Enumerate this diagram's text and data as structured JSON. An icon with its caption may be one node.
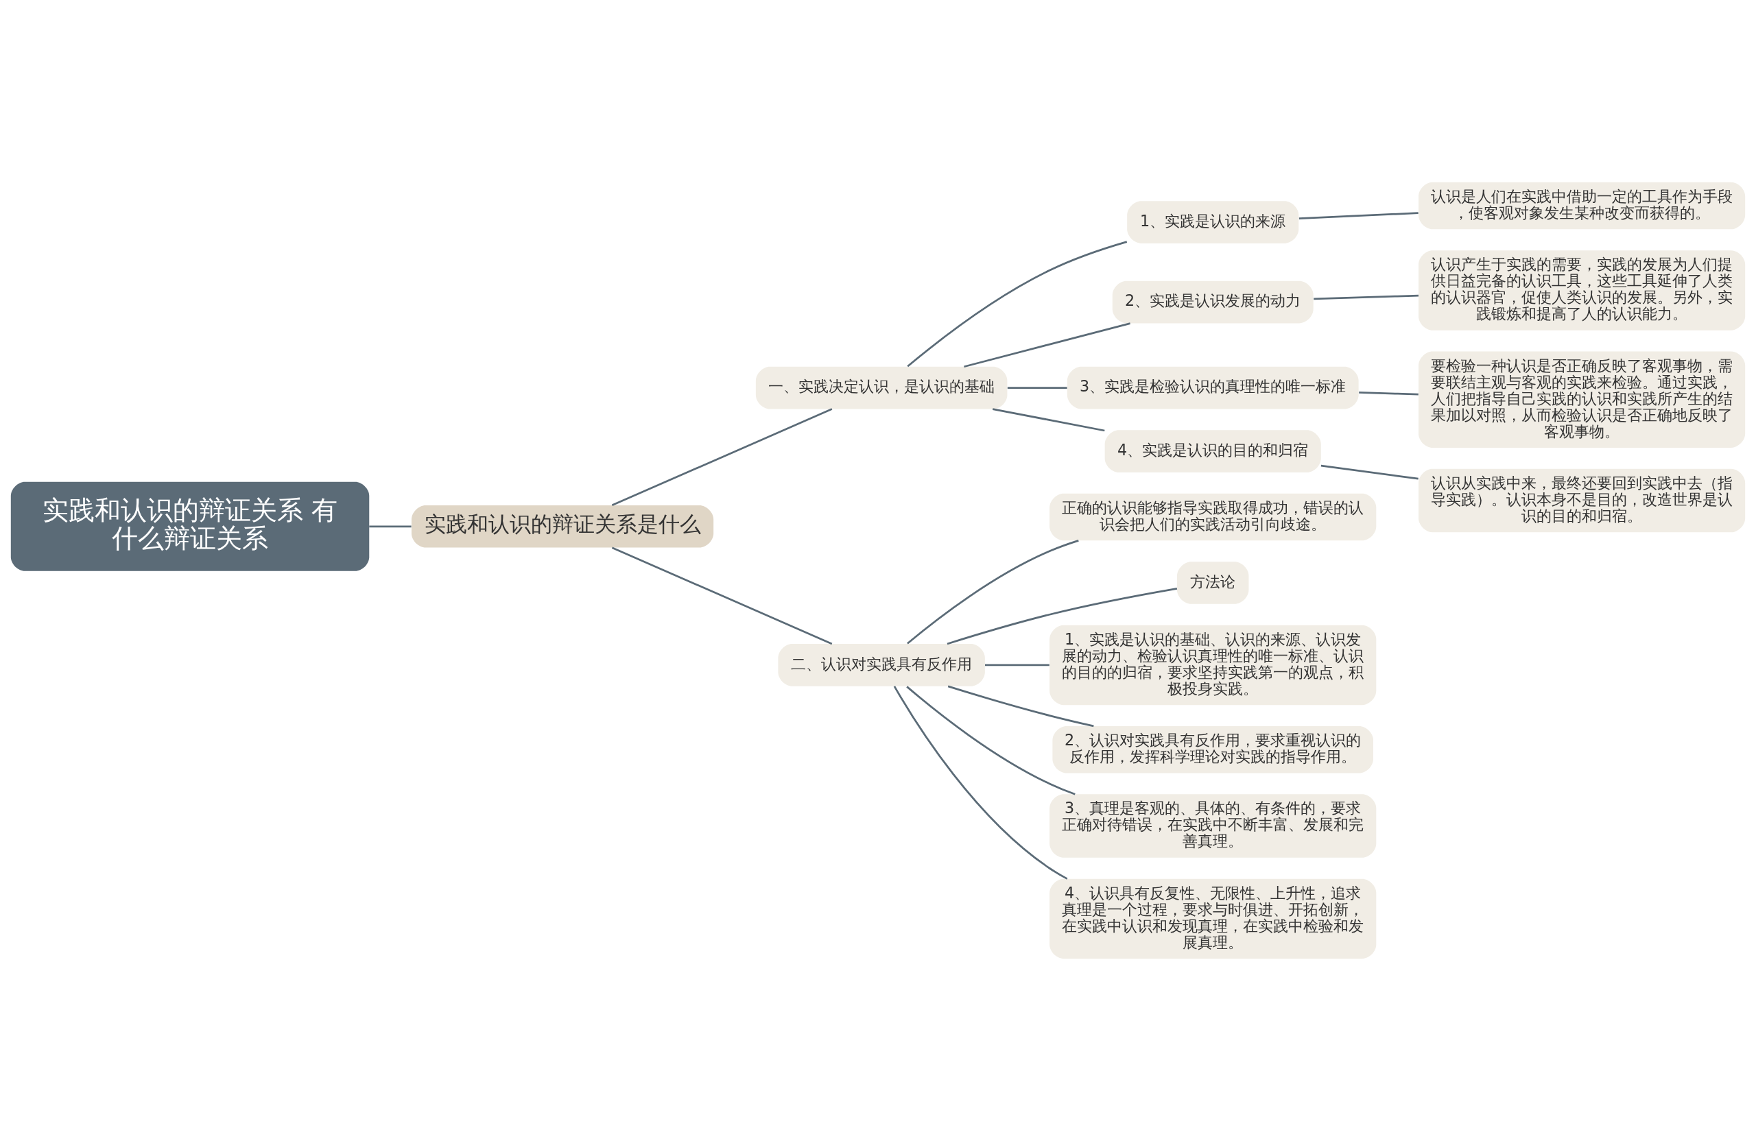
{
  "diagram": {
    "nodes": [
      {
        "text": [
          "实践和认识的辩证关系 有什么辩证关系"
        ]
      },
      {
        "text": [
          "实践和认识的辩证关系是什么"
        ]
      },
      {
        "text": [
          "一、实践决定认识，是认识的基础"
        ]
      },
      {
        "text": [
          "1、实践是认识的来源"
        ]
      },
      {
        "text": [
          "认识是人们在实践中借助一定的工具作为手段，使客观对象发生某种改变而获得的。"
        ]
      },
      {
        "text": [
          "2、实践是认识发展的动力"
        ]
      },
      {
        "text": [
          "认识产生于实践的需要，实践的发展为人们提供日益完备的认识工具，这些工具延伸了人类的认识器官，促使人类认识的发展。另外，实践锻炼和提高了人的认识能力。"
        ]
      },
      {
        "text": [
          "3、实践是检验认识的真理性的唯一标准"
        ]
      },
      {
        "text": [
          "要检验一种认识是否正确反映了客观事物，需要联结主观与客观的实践来检验。通过实践，人们把指导自己实践的认识和实践所产生的结果加以对照，从而检验认识是否正确地反映了客观事物。"
        ]
      },
      {
        "text": [
          "4、实践是认识的目的和归宿"
        ]
      },
      {
        "text": [
          "认识从实践中来，最终还要回到实践中去（指导实践）。认识本身不是目的，改造世界是认识的目的和归宿。"
        ]
      },
      {
        "text": [
          "二、认识对实践具有反作用"
        ]
      },
      {
        "text": [
          "正确的认识能够指导实践取得成功，错误的认识会把人们的实践活动引向歧途。"
        ]
      },
      {
        "text": [
          "方法论"
        ]
      },
      {
        "text": [
          "1、实践是认识的基础、认识的来源、认识发展的动力、检验认识真理性的唯一标准、认识的目的的归宿，要求坚持实践第一的观点，积极投身实践。"
        ]
      },
      {
        "text": [
          "2、认识对实践具有反作用，要求重视认识的反作用，发挥科学理论对实践的指导作用。"
        ]
      },
      {
        "text": [
          "3、真理是客观的、具体的、有条件的，要求正确对待错误，在实践中不断丰富、发展和完善真理。"
        ]
      },
      {
        "text": [
          "4、认识具有反复性、无限性、上升性，追求真理是一个过程，要求与时俱进、开拓创新，在实践中认识和发现真理，在实践中检验和发展真理。"
        ]
      }
    ],
    "edges": [
      {
        "from": 0,
        "to": 1,
        "arrow": "none"
      },
      {
        "from": 1,
        "to": 2,
        "arrow": "none"
      },
      {
        "from": 2,
        "to": 3,
        "arrow": "none"
      },
      {
        "from": 3,
        "to": 4,
        "arrow": "none"
      },
      {
        "from": 2,
        "to": 5,
        "arrow": "none"
      },
      {
        "from": 5,
        "to": 6,
        "arrow": "none"
      },
      {
        "from": 2,
        "to": 7,
        "arrow": "none"
      },
      {
        "from": 7,
        "to": 8,
        "arrow": "none"
      },
      {
        "from": 2,
        "to": 9,
        "arrow": "none"
      },
      {
        "from": 9,
        "to": 10,
        "arrow": "none"
      },
      {
        "from": 1,
        "to": 11,
        "arrow": "none"
      },
      {
        "from": 11,
        "to": 12,
        "arrow": "none"
      },
      {
        "from": 11,
        "to": 13,
        "arrow": "none"
      },
      {
        "from": 11,
        "to": 14,
        "arrow": "none"
      },
      {
        "from": 11,
        "to": 15,
        "arrow": "none"
      },
      {
        "from": 11,
        "to": 16,
        "arrow": "none"
      },
      {
        "from": 11,
        "to": 17,
        "arrow": "none"
      }
    ]
  }
}
